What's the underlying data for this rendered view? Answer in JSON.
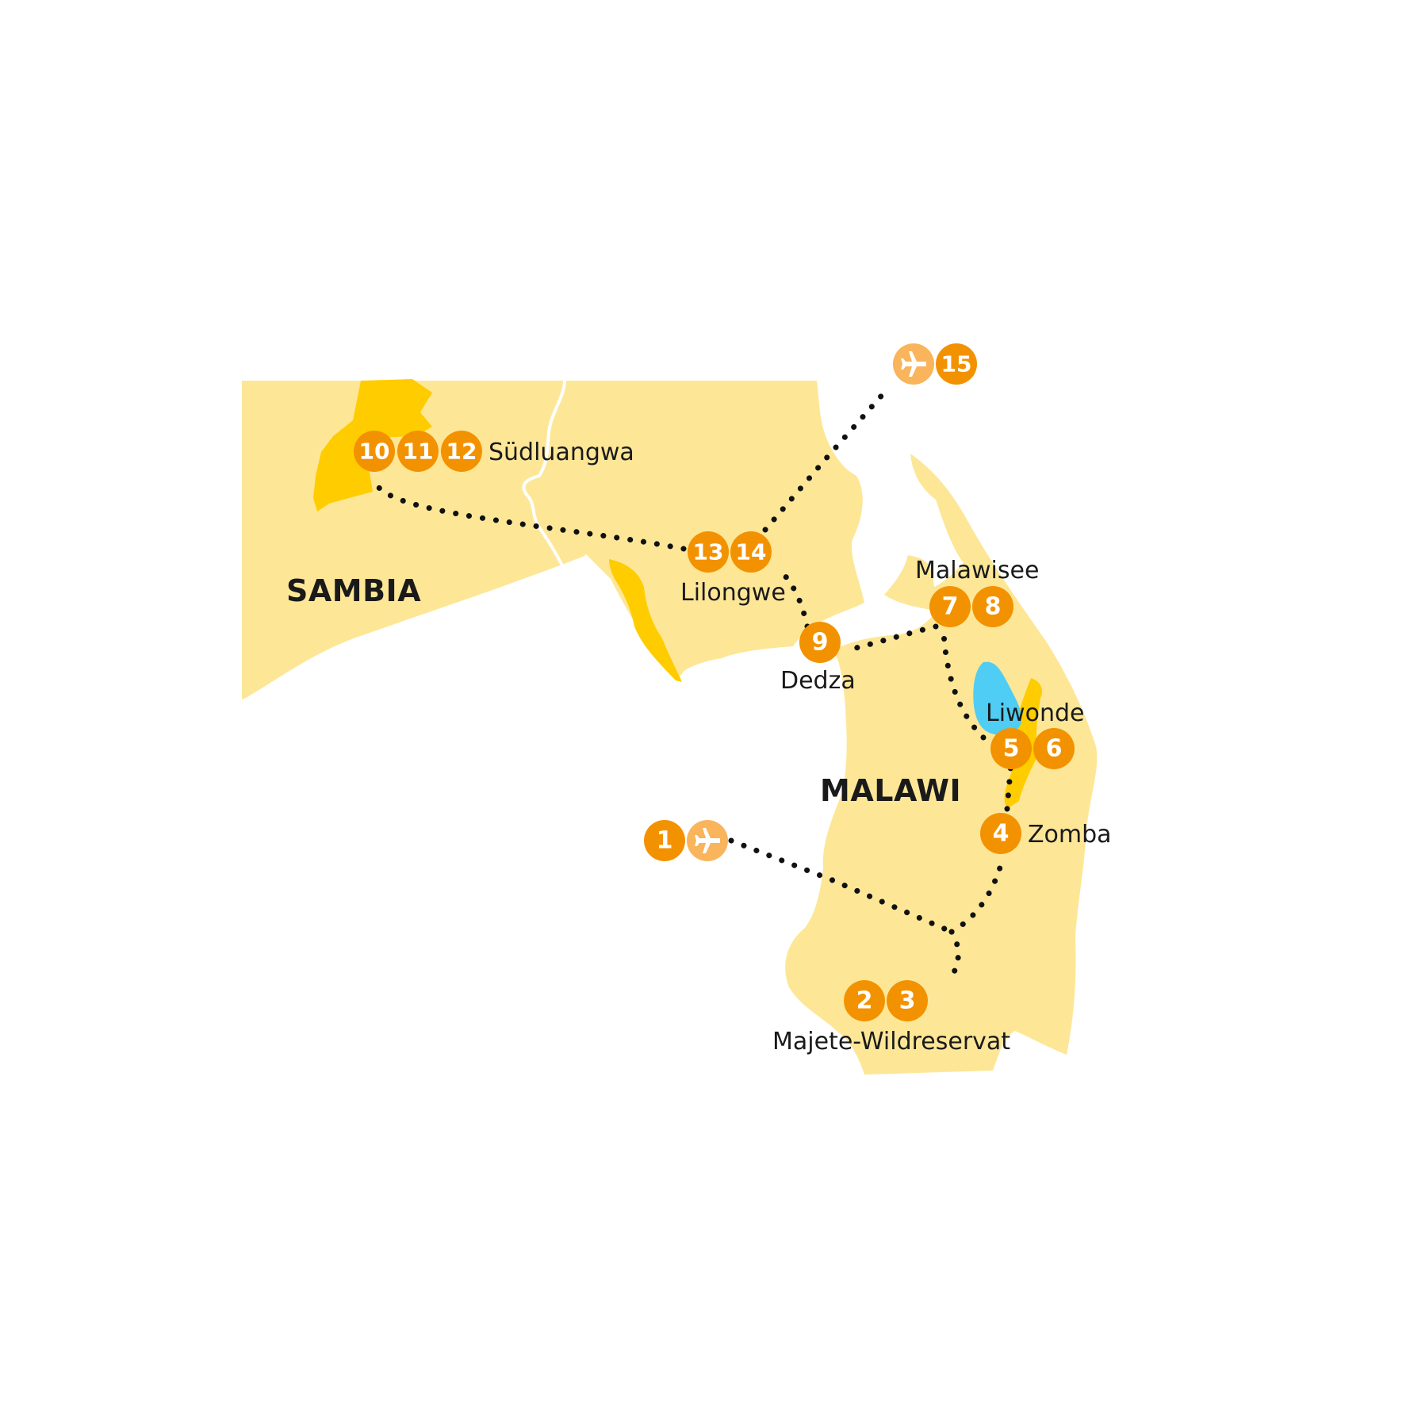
{
  "countries": {
    "sambia": "SAMBIA",
    "malawi": "MALAWI"
  },
  "places": {
    "suedluangwa": "Südluangwa",
    "lilongwe": "Lilongwe",
    "dedza": "Dedza",
    "malawisee": "Malawisee",
    "liwonde": "Liwonde",
    "zomba": "Zomba",
    "majete": "Majete-Wildreservat"
  },
  "stops": {
    "s1": "1",
    "s2": "2",
    "s3": "3",
    "s4": "4",
    "s5": "5",
    "s6": "6",
    "s7": "7",
    "s8": "8",
    "s9": "9",
    "s10": "10",
    "s11": "11",
    "s12": "12",
    "s13": "13",
    "s14": "14",
    "s15": "15"
  },
  "icons": {
    "arrival": "plane-landing-icon",
    "departure": "plane-takeoff-icon"
  },
  "colors": {
    "land": "#FDE797",
    "park": "#FFCC00",
    "lake": "#4FCDF4",
    "marker": "#F39200",
    "flight_marker": "#F9B45C",
    "route": "#111111",
    "border": "#ffffff"
  }
}
